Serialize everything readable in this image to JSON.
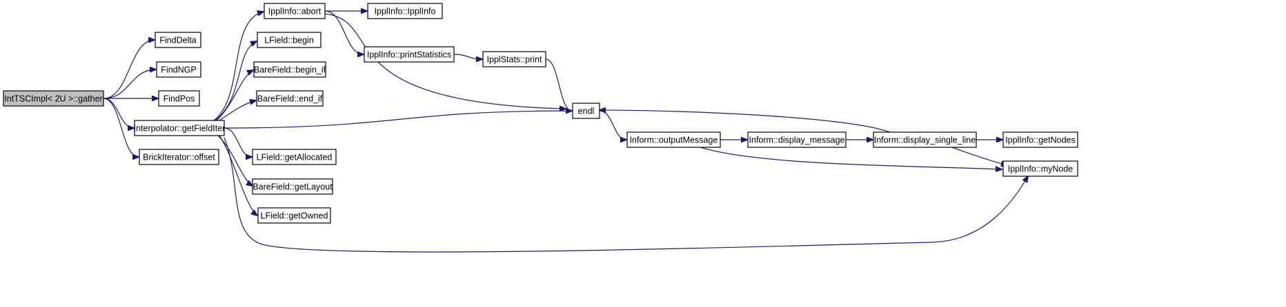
{
  "graph": {
    "nodes": [
      {
        "id": "gather",
        "label": "IntTSCImpl< 2U >::gather",
        "root": true
      },
      {
        "id": "findDelta",
        "label": "FindDelta"
      },
      {
        "id": "findNGP",
        "label": "FindNGP"
      },
      {
        "id": "findPos",
        "label": "FindPos"
      },
      {
        "id": "getFieldIter",
        "label": "Interpolator::getFieldIter"
      },
      {
        "id": "offset",
        "label": "BrickIterator::offset"
      },
      {
        "id": "abort",
        "label": "IpplInfo::abort"
      },
      {
        "id": "lbegin",
        "label": "LField::begin"
      },
      {
        "id": "beginIf",
        "label": "BareField::begin_if"
      },
      {
        "id": "endIf",
        "label": "BareField::end_if"
      },
      {
        "id": "getAllocated",
        "label": "LField::getAllocated"
      },
      {
        "id": "getLayout",
        "label": "BareField::getLayout"
      },
      {
        "id": "getOwned",
        "label": "LField::getOwned"
      },
      {
        "id": "ipplInfo",
        "label": "IpplInfo::IpplInfo"
      },
      {
        "id": "printStats",
        "label": "IpplInfo::printStatistics"
      },
      {
        "id": "statsPrint",
        "label": "IpplStats::print"
      },
      {
        "id": "endl",
        "label": "endl"
      },
      {
        "id": "outputMessage",
        "label": "Inform::outputMessage"
      },
      {
        "id": "displayMessage",
        "label": "Inform::display_message"
      },
      {
        "id": "displaySingle",
        "label": "Inform::display_single_line"
      },
      {
        "id": "getNodes",
        "label": "IpplInfo::getNodes"
      },
      {
        "id": "myNode",
        "label": "IpplInfo::myNode"
      }
    ],
    "edges": [
      [
        "gather",
        "findDelta"
      ],
      [
        "gather",
        "findNGP"
      ],
      [
        "gather",
        "findPos"
      ],
      [
        "gather",
        "getFieldIter"
      ],
      [
        "gather",
        "offset"
      ],
      [
        "getFieldIter",
        "abort"
      ],
      [
        "getFieldIter",
        "lbegin"
      ],
      [
        "getFieldIter",
        "beginIf"
      ],
      [
        "getFieldIter",
        "endIf"
      ],
      [
        "getFieldIter",
        "endl"
      ],
      [
        "getFieldIter",
        "getAllocated"
      ],
      [
        "getFieldIter",
        "getLayout"
      ],
      [
        "getFieldIter",
        "getOwned"
      ],
      [
        "getFieldIter",
        "myNode"
      ],
      [
        "abort",
        "ipplInfo"
      ],
      [
        "abort",
        "printStats"
      ],
      [
        "abort",
        "endl"
      ],
      [
        "printStats",
        "statsPrint"
      ],
      [
        "statsPrint",
        "endl"
      ],
      [
        "endl",
        "outputMessage"
      ],
      [
        "outputMessage",
        "displayMessage"
      ],
      [
        "outputMessage",
        "myNode"
      ],
      [
        "displayMessage",
        "displaySingle"
      ],
      [
        "displaySingle",
        "endl"
      ],
      [
        "displaySingle",
        "getNodes"
      ],
      [
        "displaySingle",
        "myNode"
      ]
    ]
  },
  "colors": {
    "edge": "#191970",
    "root_fill": "#bfbfbf",
    "node_fill": "#ffffff",
    "node_border": "#000000"
  }
}
